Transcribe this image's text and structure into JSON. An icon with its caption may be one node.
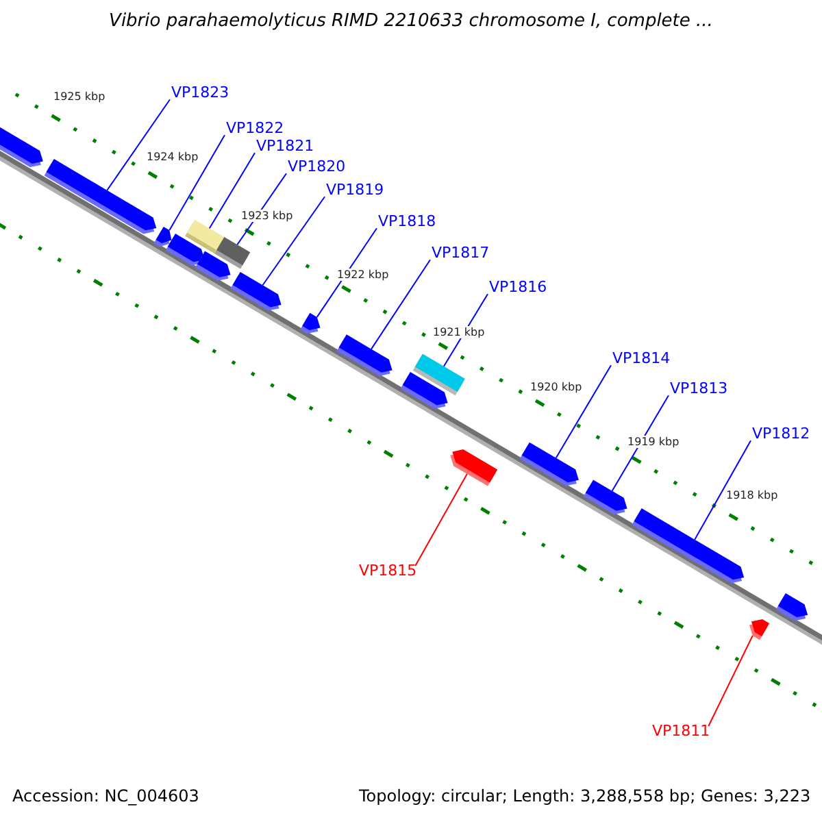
{
  "diagram": {
    "title": "Vibrio parahaemolyticus RIMD 2210633 chromosome I, complete ...",
    "nodes": [
      {
        "text": [
          "VP1823"
        ]
      },
      {
        "text": [
          "VP1822"
        ]
      },
      {
        "text": [
          "VP1821"
        ]
      },
      {
        "text": [
          "VP1820"
        ]
      },
      {
        "text": [
          "VP1819"
        ]
      },
      {
        "text": [
          "VP1818"
        ]
      },
      {
        "text": [
          "VP1817"
        ]
      },
      {
        "text": [
          "VP1816"
        ]
      },
      {
        "text": [
          "VP1814"
        ]
      },
      {
        "text": [
          "VP1813"
        ]
      },
      {
        "text": [
          "VP1812"
        ]
      },
      {
        "text": [
          "VP1815"
        ]
      },
      {
        "text": [
          "VP1811"
        ]
      },
      {
        "text": [],
        "shape": "arrow"
      },
      {
        "text": [],
        "shape": "arrow"
      },
      {
        "text": [],
        "shape": "arrow"
      },
      {
        "text": [],
        "shape": "arrow"
      },
      {
        "text": [],
        "shape": "box"
      },
      {
        "text": [],
        "shape": "arrow"
      },
      {
        "text": [],
        "shape": "box"
      },
      {
        "text": [],
        "shape": "arrow"
      },
      {
        "text": [],
        "shape": "arrow"
      },
      {
        "text": [],
        "shape": "arrow"
      },
      {
        "text": [],
        "shape": "arrow"
      },
      {
        "text": [],
        "shape": "box"
      },
      {
        "text": [],
        "shape": "arrow"
      },
      {
        "text": [],
        "shape": "arrow"
      },
      {
        "text": [],
        "shape": "arrow"
      },
      {
        "text": [],
        "shape": "arrow"
      },
      {
        "text": [],
        "shape": "arrow"
      },
      {
        "text": [],
        "shape": "arrow"
      }
    ],
    "edges": [
      {
        "from": 0,
        "to": 14,
        "arrow": "none"
      },
      {
        "from": 1,
        "to": 15,
        "arrow": "none"
      },
      {
        "from": 2,
        "to": 17,
        "arrow": "none"
      },
      {
        "from": 3,
        "to": 19,
        "arrow": "none"
      },
      {
        "from": 4,
        "to": 20,
        "arrow": "none"
      },
      {
        "from": 5,
        "to": 21,
        "arrow": "none"
      },
      {
        "from": 6,
        "to": 22,
        "arrow": "none"
      },
      {
        "from": 7,
        "to": 24,
        "arrow": "none"
      },
      {
        "from": 8,
        "to": 26,
        "arrow": "none"
      },
      {
        "from": 9,
        "to": 27,
        "arrow": "none"
      },
      {
        "from": 10,
        "to": 28,
        "arrow": "none"
      },
      {
        "from": 11,
        "to": 25,
        "arrow": "none",
        "color": "#ff0000"
      },
      {
        "from": 12,
        "to": 29,
        "arrow": "none",
        "color": "#ff0000"
      }
    ],
    "labels": [
      "1925 kbp",
      "1924 kbp",
      "1923 kbp",
      "1922 kbp",
      "1921 kbp",
      "1920 kbp",
      "1919 kbp",
      "1918 kbp",
      "Accession: NC_004603",
      "Topology: circular; Length: 3,288,558 bp; Genes: 3,223"
    ]
  }
}
